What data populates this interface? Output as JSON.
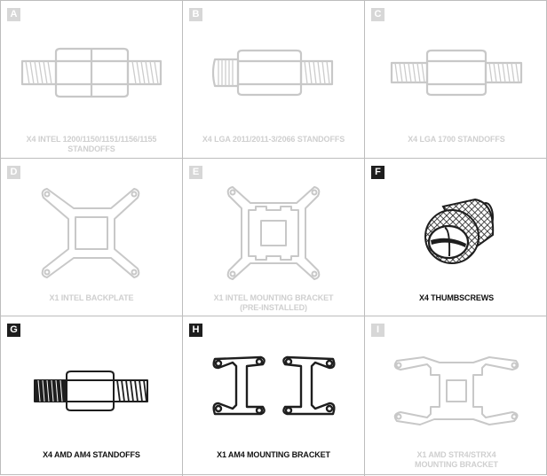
{
  "items": [
    {
      "letter": "A",
      "lines": [
        "X4 INTEL 1200/1150/1151/1156/1155",
        "STANDOFFS"
      ],
      "icon": "intel-standoff-icon",
      "highlighted": false
    },
    {
      "letter": "B",
      "lines": [
        "X4 LGA 2011/2011-3/2066 STANDOFFS"
      ],
      "icon": "lga2011-standoff-icon",
      "highlighted": false
    },
    {
      "letter": "C",
      "lines": [
        "X4 LGA 1700 STANDOFFS"
      ],
      "icon": "lga1700-standoff-icon",
      "highlighted": false
    },
    {
      "letter": "D",
      "lines": [
        "X1 INTEL BACKPLATE"
      ],
      "icon": "intel-backplate-icon",
      "highlighted": false
    },
    {
      "letter": "E",
      "lines": [
        "X1 INTEL MOUNTING BRACKET",
        "(PRE-INSTALLED)"
      ],
      "icon": "intel-mounting-bracket-icon",
      "highlighted": false
    },
    {
      "letter": "F",
      "lines": [
        "X4 THUMBSCREWS"
      ],
      "icon": "thumbscrew-icon",
      "highlighted": true
    },
    {
      "letter": "G",
      "lines": [
        "X4 AMD AM4 STANDOFFS"
      ],
      "icon": "amd-am4-standoff-icon",
      "highlighted": true
    },
    {
      "letter": "H",
      "lines": [
        "X1 AM4 MOUNTING BRACKET"
      ],
      "icon": "am4-mounting-bracket-icon",
      "highlighted": true
    },
    {
      "letter": "I",
      "lines": [
        "X1 AMD STR4/STRX4",
        "MOUNTING BRACKET"
      ],
      "icon": "amd-str4-bracket-icon",
      "highlighted": false
    }
  ],
  "colors": {
    "dim": "#cfcfcf",
    "dark": "#1e1e1e",
    "border": "#bdbdbd"
  }
}
